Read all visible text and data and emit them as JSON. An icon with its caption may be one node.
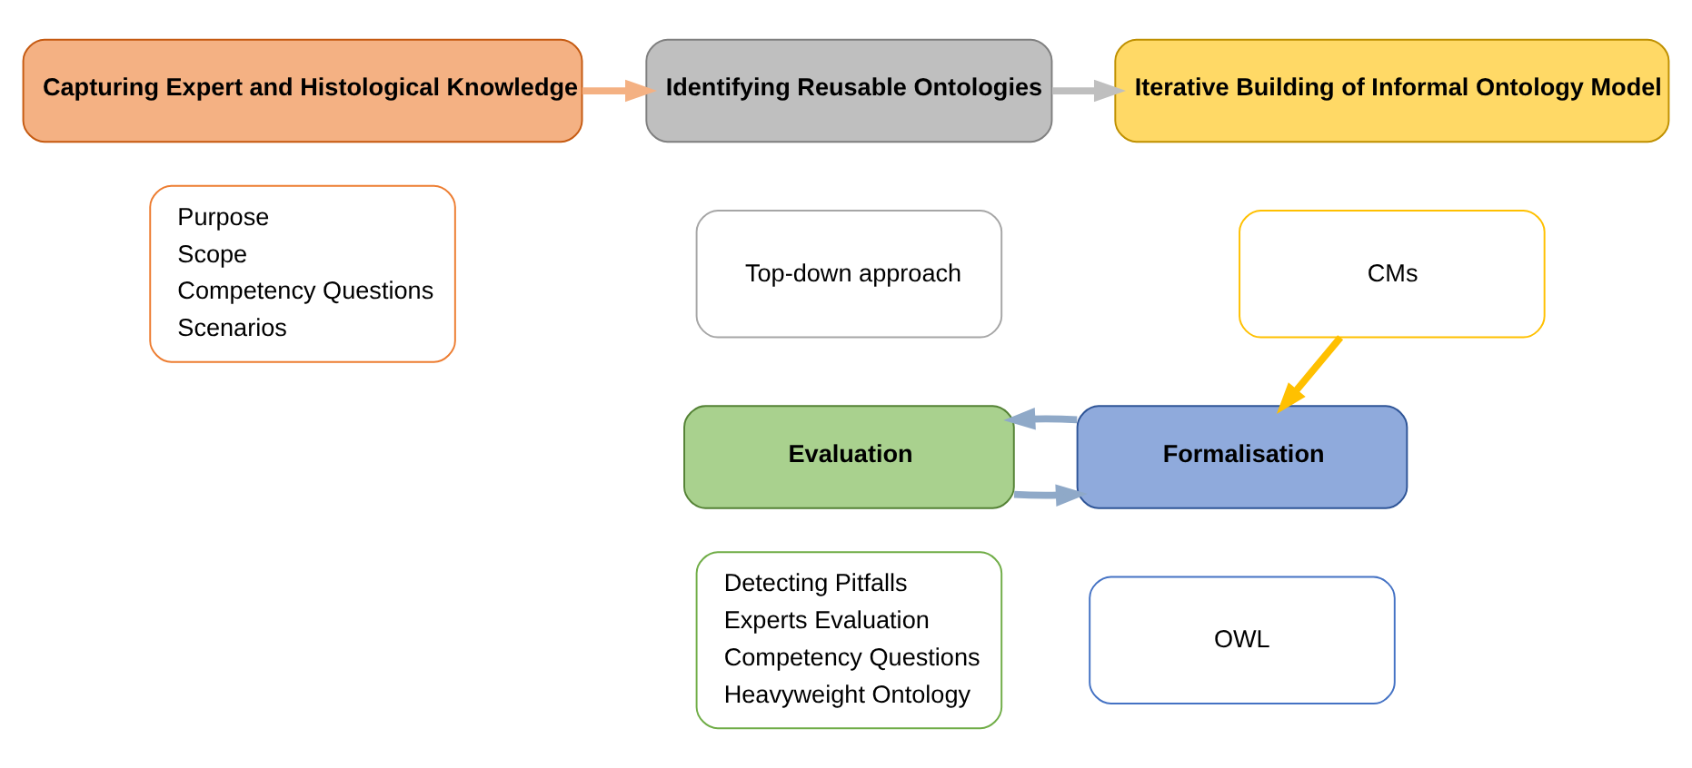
{
  "diagram": {
    "nodes": [
      {
        "text": [
          "Capturing Expert and Histological Knowledge"
        ]
      },
      {
        "text": [
          "Purpose",
          "Scope",
          "Competency Questions",
          "Scenarios"
        ]
      },
      {
        "text": [
          "Identifying Reusable Ontologies"
        ]
      },
      {
        "text": [
          "Top-down approach"
        ]
      },
      {
        "text": [
          "Iterative Building of Informal Ontology Model"
        ]
      },
      {
        "text": [
          "CMs"
        ]
      },
      {
        "text": [
          "Evaluation"
        ]
      },
      {
        "text": [
          "Detecting Pitfalls",
          "Experts Evaluation",
          "Competency Questions",
          "Heavyweight Ontology"
        ]
      },
      {
        "text": [
          "Formalisation"
        ]
      },
      {
        "text": [
          "OWL"
        ]
      }
    ],
    "edges": [
      {
        "from": 0,
        "to": 2,
        "arrow": "to",
        "color": "#f4b183"
      },
      {
        "from": 2,
        "to": 4,
        "arrow": "to",
        "color": "#bfbfbf"
      },
      {
        "from": 5,
        "to": 8,
        "arrow": "to",
        "color": "#ffc000"
      },
      {
        "from": 6,
        "to": 8,
        "arrow": "to",
        "color": "#8fa9c8"
      },
      {
        "from": 8,
        "to": 6,
        "arrow": "to",
        "color": "#8fa9c8"
      }
    ]
  }
}
